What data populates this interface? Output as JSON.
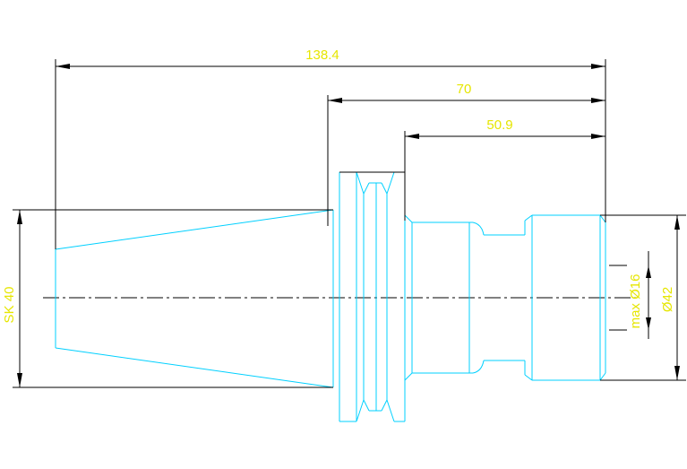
{
  "drawing": {
    "colors": {
      "part": "#00d0ff",
      "dimension_text": "#e6e600",
      "dimension_line": "#000000",
      "background": "#ffffff"
    },
    "dimensions": {
      "overall_length": "138.4",
      "shank_length": "70",
      "body_length": "50.9",
      "taper": "SK 40",
      "outer_diameter": "Ø42",
      "bore_diameter": "max Ø16"
    }
  }
}
